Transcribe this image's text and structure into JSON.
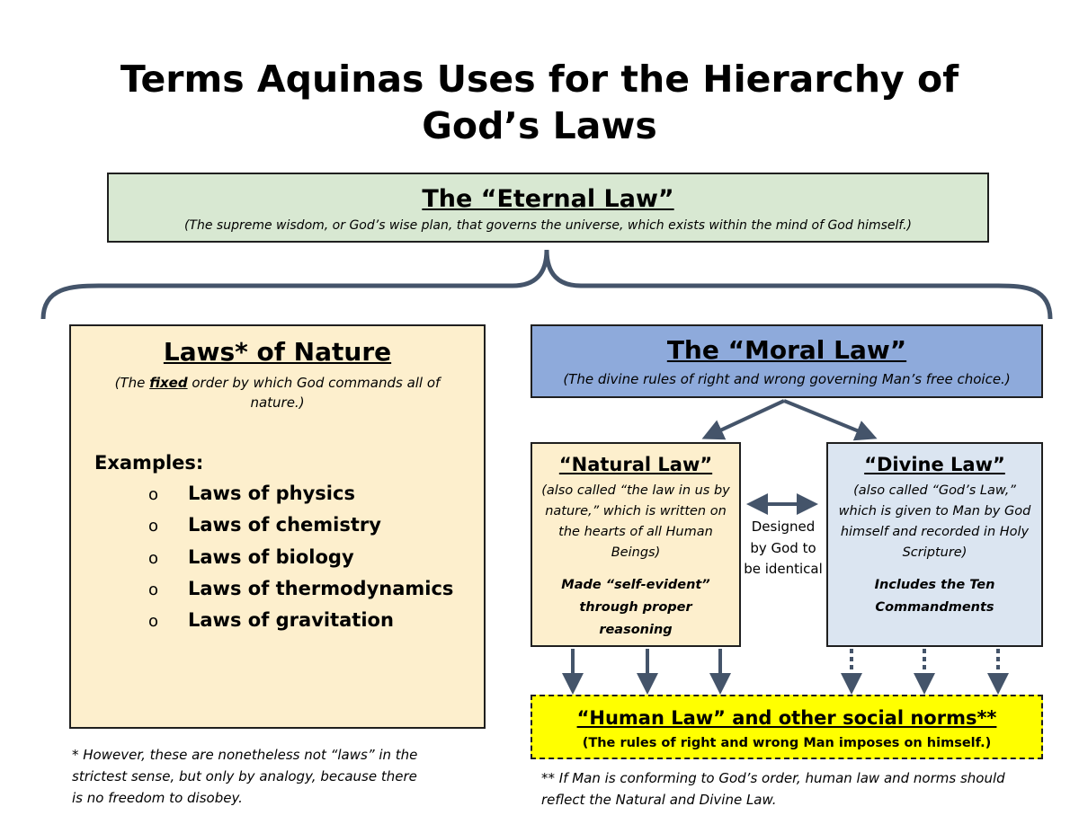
{
  "title": {
    "line1": "Terms Aquinas Uses for the Hierarchy of",
    "line2": "God’s Laws"
  },
  "eternal_law": {
    "heading": "The “Eternal Law”",
    "description": "(The supreme wisdom, or God’s wise plan, that governs the universe, which exists within the mind of God himself.)"
  },
  "laws_of_nature": {
    "heading": "Laws* of Nature",
    "desc_prefix": "(The ",
    "desc_emphasis": "fixed",
    "desc_suffix": " order by which God commands all of nature.)",
    "examples_label": "Examples:",
    "bullet_glyph": "o",
    "examples": [
      "Laws of physics",
      "Laws of chemistry",
      "Laws of biology",
      "Laws of thermodynamics",
      "Laws of gravitation"
    ]
  },
  "moral_law": {
    "heading": "The “Moral Law”",
    "description": "(The divine rules of right and wrong governing Man’s free choice.)"
  },
  "natural_law": {
    "heading": "“Natural Law”",
    "description": "(also called “the law in us by nature,” which is written on the hearts of all Human Beings)",
    "note": "Made “self-evident” through proper reasoning"
  },
  "divine_law": {
    "heading": "“Divine Law”",
    "description": "(also called “God’s Law,” which is given to Man by God himself and recorded in Holy Scripture)",
    "note": "Includes the Ten Commandments"
  },
  "relation_label": "Designed by God to be identical",
  "human_law": {
    "heading": "“Human Law” and other social norms**",
    "description": "(The rules of right and wrong Man imposes on himself.)"
  },
  "footnotes": {
    "nature": "* However, these are nonetheless not “laws” in the strictest sense, but only by analogy, because there is no freedom to disobey.",
    "human": "** If Man is conforming to God’s order, human law and norms should reflect the Natural and Divine Law."
  },
  "colors": {
    "eternal_fill": "#d8e8d2",
    "nature_fill": "#fdefcd",
    "moral_fill": "#8eaadb",
    "divine_fill": "#dbe5f1",
    "human_fill": "#ffff00",
    "connector": "#44546a"
  }
}
